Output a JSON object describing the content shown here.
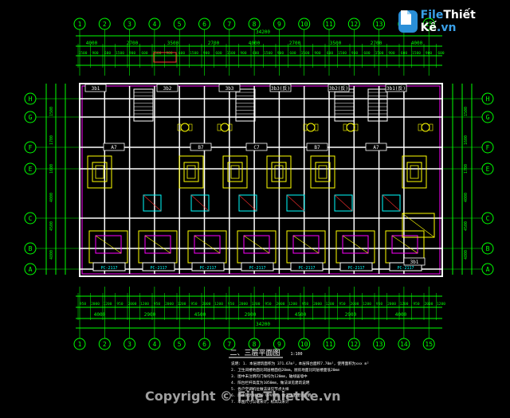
{
  "drawing": {
    "top_dims_total": "34200",
    "top_dims": [
      "4000",
      "2700",
      "3500",
      "2700",
      "4000",
      "2700",
      "3500",
      "2700",
      "4000"
    ],
    "bottom_dims": [
      "4000",
      "2900",
      "4500",
      "2900",
      "4500",
      "2900",
      "4000"
    ],
    "bottom_total": "34200",
    "axis_numbers": [
      "①",
      "②",
      "③",
      "④",
      "⑤",
      "⑥",
      "⑦",
      "⑧",
      "⑨",
      "⑩",
      "⑪",
      "⑫",
      "⑬",
      "⑭",
      "⑮"
    ],
    "axis_letters_left": [
      "H",
      "G",
      "F",
      "E",
      "C",
      "B",
      "A"
    ],
    "left_dims": [
      "1500",
      "1700",
      "1600",
      "4000",
      "4500",
      "4800"
    ],
    "right_dims": [
      "1500",
      "1600",
      "1700",
      "4000",
      "4500",
      "4800"
    ],
    "room_tags": [
      "3b1",
      "3b2",
      "3b3",
      "3b3(反)",
      "3b2(反)",
      "3b1(反)",
      "A7",
      "B7",
      "C7",
      "B7",
      "A7",
      "3b1"
    ],
    "unit_labels": [
      "PC-2117",
      "PC-2117",
      "PC-2117",
      "PC-2117",
      "PC-2117",
      "PC-2117",
      "PC-2117"
    ],
    "plan_title": "二、三层平面图",
    "scale": "1:100",
    "notes": [
      "说明: 1. 本层建筑面积为 371.67m²，本层阳台面积7.70m²，使用面积为xxx m²",
      "2. 卫生间楼地面比同层楼面低20mm，厨房地面比同层楼面低20mm",
      "3. 图中未注明的门垛均为120mm，轴线居墙中",
      "4. 阳台栏杆高度为1050mm，做法详见建筑说明",
      "5. 各户空调机位做法详见节点大样",
      "6. 雨水管为DN100 UPVC管，做法详见设计说明",
      "7. 本图尺寸以毫米计，标高以米计"
    ]
  },
  "brand": {
    "prefix": "File",
    "name": "Thiết Kế",
    ".vn": ".vn"
  },
  "copyright": "Copyright © FileThietKe.vn",
  "colors": {
    "bg": "#000000",
    "wall": "#ffffff",
    "dim": "#00ff00",
    "cyan": "#00ffff",
    "yellow": "#ffff00",
    "magenta": "#ff00ff",
    "red": "#ff3030",
    "blue": "#4060ff"
  }
}
